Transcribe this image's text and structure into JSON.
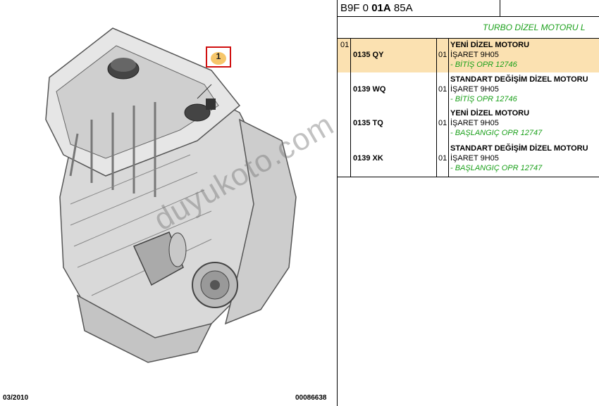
{
  "catalog": {
    "code_prefix": "B9F 0 ",
    "code_bold": "01A",
    "code_suffix": " 85A",
    "section_title": "TURBO DİZEL MOTORU L",
    "group": "01"
  },
  "illustration": {
    "callout_number": "1",
    "date": "03/2010",
    "image_ref": "00086638",
    "watermark": "duyukoto.com"
  },
  "parts": [
    {
      "ref": "0135 QY",
      "qty": "01",
      "title": "YENİ DİZEL MOTORU",
      "mark": "İŞARET 9H05",
      "note": "- BİTİŞ OPR 12746"
    },
    {
      "ref": "0139 WQ",
      "qty": "01",
      "title": "STANDART DEĞİŞİM DİZEL MOTORU",
      "mark": "İŞARET 9H05",
      "note": "- BİTİŞ OPR 12746"
    },
    {
      "ref": "0135 TQ",
      "qty": "01",
      "title": "YENİ DİZEL MOTORU",
      "mark": "İŞARET 9H05",
      "note": "- BAŞLANGIÇ OPR 12747"
    },
    {
      "ref": "0139 XK",
      "qty": "01",
      "title": "STANDART DEĞİŞİM DİZEL MOTORU",
      "mark": "İŞARET 9H05",
      "note": "- BAŞLANGIÇ OPR 12747"
    }
  ],
  "colors": {
    "highlight": "#fbe1b1",
    "note_green": "#1aa01a",
    "callout_red": "#d01010"
  }
}
